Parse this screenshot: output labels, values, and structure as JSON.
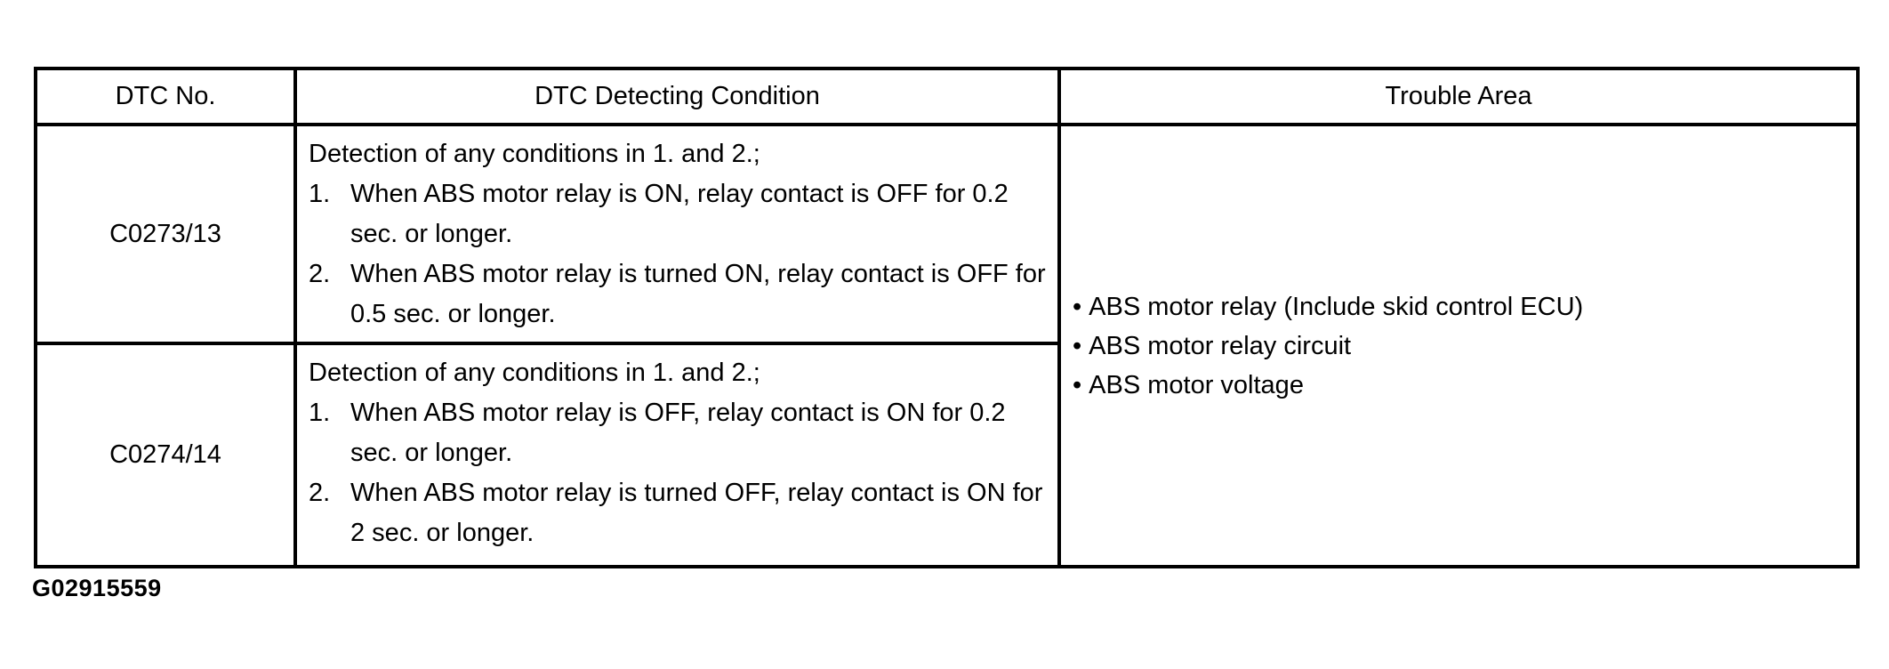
{
  "table": {
    "headers": [
      "DTC No.",
      "DTC Detecting Condition",
      "Trouble Area"
    ],
    "rows": [
      {
        "dtc_no": "C0273/13",
        "intro": "Detection of any conditions in 1. and 2.;",
        "items": [
          {
            "num": "1.",
            "text": "When ABS motor relay is ON, relay contact is OFF for 0.2 sec. or longer."
          },
          {
            "num": "2.",
            "text": "When ABS motor relay is turned ON, relay contact is OFF for 0.5 sec. or longer."
          }
        ]
      },
      {
        "dtc_no": "C0274/14",
        "intro": "Detection of any conditions in 1. and 2.;",
        "items": [
          {
            "num": "1.",
            "text": "When ABS motor relay is OFF, relay contact is ON for 0.2 sec. or longer."
          },
          {
            "num": "2.",
            "text": "When ABS motor relay is turned OFF, relay contact is ON for 2 sec. or longer."
          }
        ]
      }
    ],
    "trouble_area": [
      "ABS motor relay (Include skid control ECU)",
      "ABS motor relay circuit",
      "ABS motor voltage"
    ]
  },
  "icons": {
    "bullet": "•"
  },
  "footer": {
    "figure_id": "G02915559"
  },
  "colors": {
    "background": "#ffffff",
    "border": "#000000",
    "text": "#000000"
  }
}
